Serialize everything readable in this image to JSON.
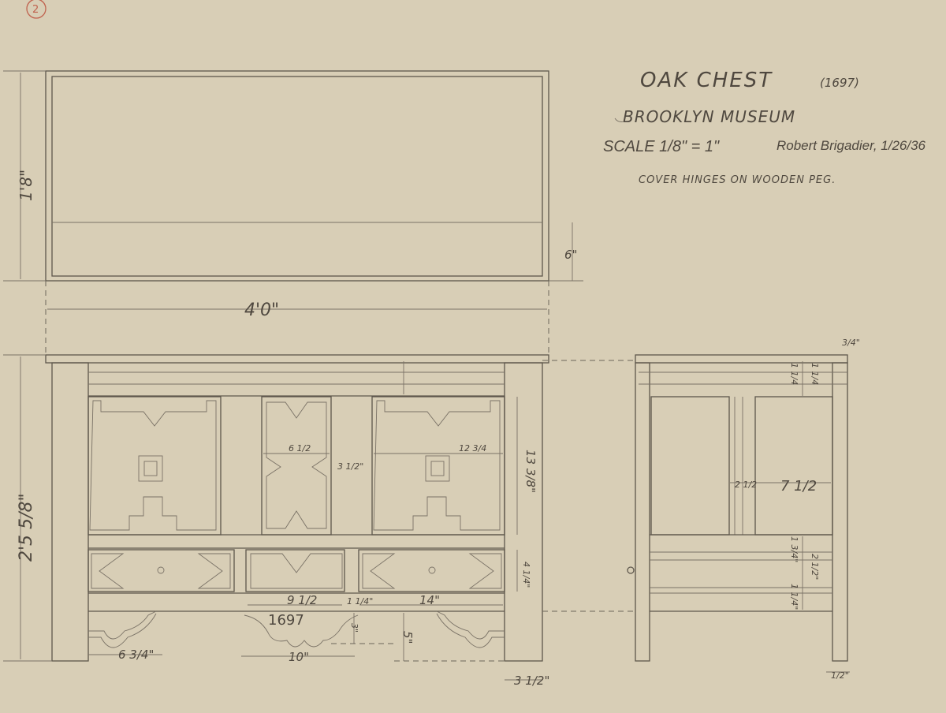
{
  "title": {
    "name": "OAK CHEST",
    "year": "(1697)",
    "location": "BROOKLYN MUSEUM",
    "scale": "SCALE 1/8\" = 1\"",
    "author": "Robert Brigadier, 1/26/36",
    "note": "COVER HINGES ON WOODEN PEG."
  },
  "corner_mark": "2",
  "top_view": {
    "depth": "1'8\"",
    "lid_strip": "6\"",
    "width": "4'0\""
  },
  "front_view": {
    "height": "2'5 5/8\"",
    "panel_height": "13 3/8\"",
    "center_panel_width": "6 1/2",
    "stile_width": "3 1/2\"",
    "side_panel_width": "12 3/4",
    "drawer_height": "4 1/4\"",
    "center_drawer_width": "9 1/2",
    "drawer_gap": "1 1/4\"",
    "side_drawer_width": "14\"",
    "apron_date": "1697",
    "apron_depth": "3\"",
    "leg_clearance": "5\"",
    "side_apron_width": "6 3/4\"",
    "center_apron_width": "10\"",
    "leg_width": "3 1/2\""
  },
  "side_view": {
    "top_overhang": "3/4\"",
    "rail_dims": [
      "1 1/4",
      "1 1/4",
      "1 3/4\"",
      "2 1/2\"",
      "1 1/4\""
    ],
    "muntin_width": "2 1/2",
    "panel_width": "7 1/2",
    "leg_width": "1/2\""
  },
  "colors": {
    "paper": "#d8ceb6",
    "pencil": "#5e574c",
    "stamp": "#c0624e"
  }
}
